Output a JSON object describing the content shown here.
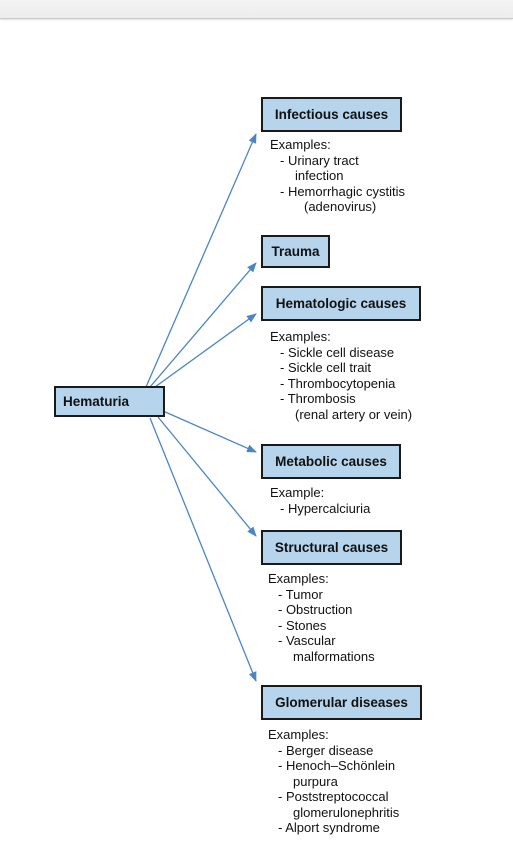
{
  "root": {
    "label": "Hematuria"
  },
  "categories": [
    {
      "title": "Infectious causes",
      "lines": [
        "Examples:",
        "- Urinary tract",
        "infection",
        "- Hemorrhagic cystitis",
        "(adenovirus)"
      ]
    },
    {
      "title": "Trauma",
      "lines": []
    },
    {
      "title": "Hematologic causes",
      "lines": [
        "Examples:",
        "- Sickle cell disease",
        "- Sickle cell trait",
        "- Thrombocytopenia",
        "- Thrombosis",
        "(renal artery or vein)"
      ]
    },
    {
      "title": "Metabolic causes",
      "lines": [
        "Example:",
        "- Hypercalciuria"
      ]
    },
    {
      "title": "Structural causes",
      "lines": [
        "Examples:",
        "- Tumor",
        "- Obstruction",
        "- Stones",
        "- Vascular",
        "malformations"
      ]
    },
    {
      "title": "Glomerular diseases",
      "lines": [
        "Examples:",
        "- Berger disease",
        "- Henoch–Schönlein",
        "purpura",
        "- Poststreptococcal",
        "glomerulonephritis",
        "- Alport syndrome"
      ]
    }
  ],
  "colors": {
    "box_fill": "#b6d4ec",
    "arrow": "#4a86c5",
    "border": "#1a1a1a"
  }
}
